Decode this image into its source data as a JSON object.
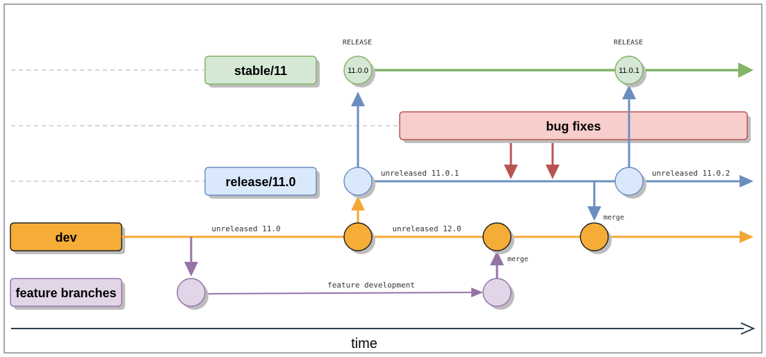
{
  "lanes": {
    "stable": {
      "label": "stable/11"
    },
    "release": {
      "label": "release/11.0"
    },
    "dev": {
      "label": "dev"
    },
    "feature": {
      "label": "feature branches"
    }
  },
  "bug_fixes": {
    "label": "bug fixes"
  },
  "commits": {
    "release_1": {
      "heading": "RELEASE",
      "version": "11.0.0"
    },
    "release_2": {
      "heading": "RELEASE",
      "version": "11.0.1"
    }
  },
  "edge_labels": {
    "unreleased_11_0_1": "unreleased 11.0.1",
    "unreleased_11_0_2": "unreleased 11.0.2",
    "unreleased_11_0": "unreleased 11.0",
    "unreleased_12_0": "unreleased 12.0",
    "merge_release": "merge",
    "merge_feature": "merge",
    "feature_development": "feature development"
  },
  "axis": {
    "label": "time"
  },
  "colors": {
    "stable_stroke": "#82b366",
    "stable_fill": "#d5e8d4",
    "release_stroke": "#6c8ebf",
    "release_fill": "#dae8fc",
    "dev_stroke": "#f5a733",
    "dev_fill": "#f5ad38",
    "feature_stroke": "#9673a6",
    "feature_fill": "#e1d5e7",
    "bug_stroke": "#b85450",
    "bug_fill": "#f8cecc",
    "axis": "#2b3a4a"
  }
}
